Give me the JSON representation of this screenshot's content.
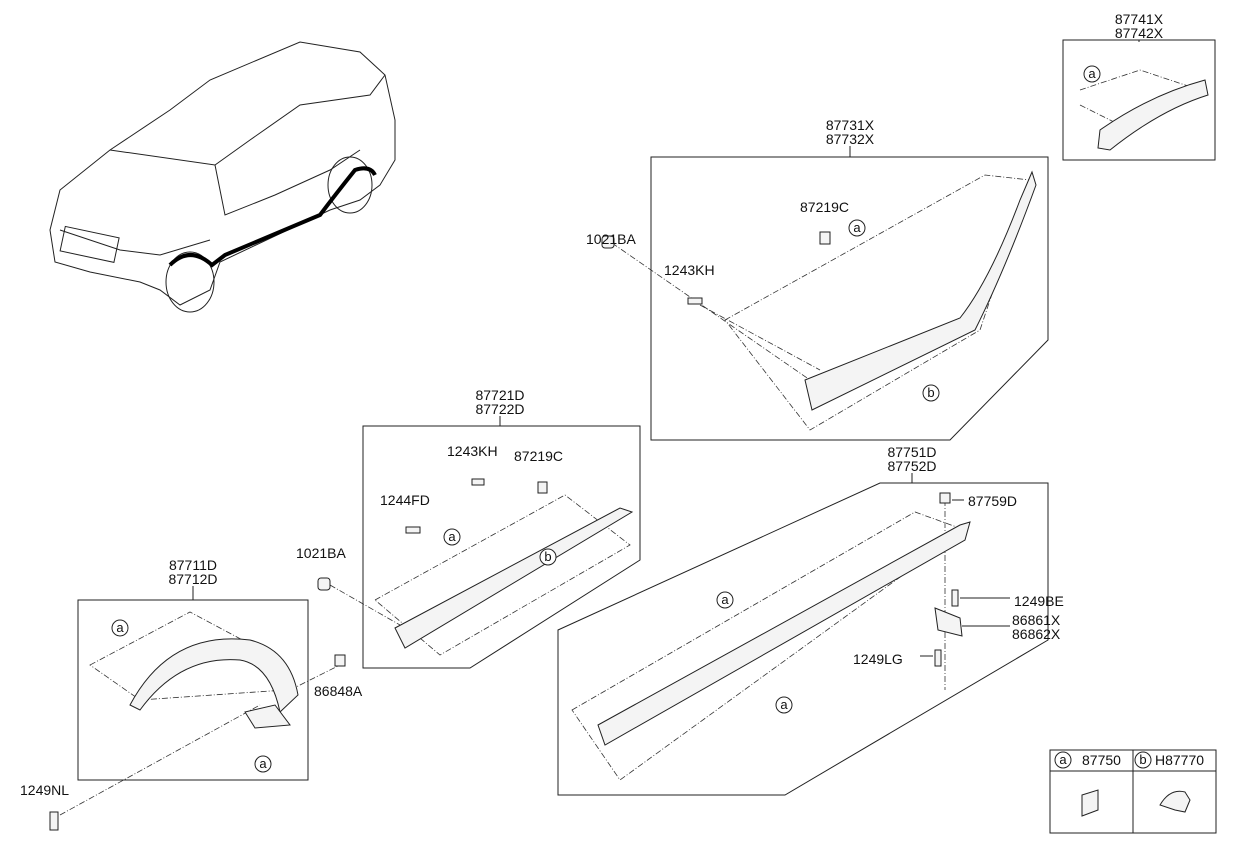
{
  "groups": {
    "fender_rear": {
      "codes": [
        "87741X",
        "87742X"
      ]
    },
    "door_upper": {
      "codes": [
        "87731X",
        "87732X"
      ]
    },
    "door_front": {
      "codes": [
        "87721D",
        "87722D"
      ]
    },
    "side_sill": {
      "codes": [
        "87751D",
        "87752D"
      ]
    },
    "fender_front": {
      "codes": [
        "87711D",
        "87712D"
      ]
    }
  },
  "parts": {
    "p1021BA_a": "1021BA",
    "p1243KH_a": "1243KH",
    "p87219C_a": "87219C",
    "p1244FD": "1244FD",
    "p1243KH_b": "1243KH",
    "p87219C_b": "87219C",
    "p1021BA_b": "1021BA",
    "p86848A": "86848A",
    "p1249NL": "1249NL",
    "p87759D": "87759D",
    "p1249BE": "1249BE",
    "p86861X": "86861X",
    "p86862X": "86862X",
    "p1249LG": "1249LG"
  },
  "callouts": {
    "a": "a",
    "b": "b"
  },
  "legend": {
    "a_label": "a",
    "a_code": "87750",
    "b_label": "b",
    "b_code": "H87770"
  }
}
